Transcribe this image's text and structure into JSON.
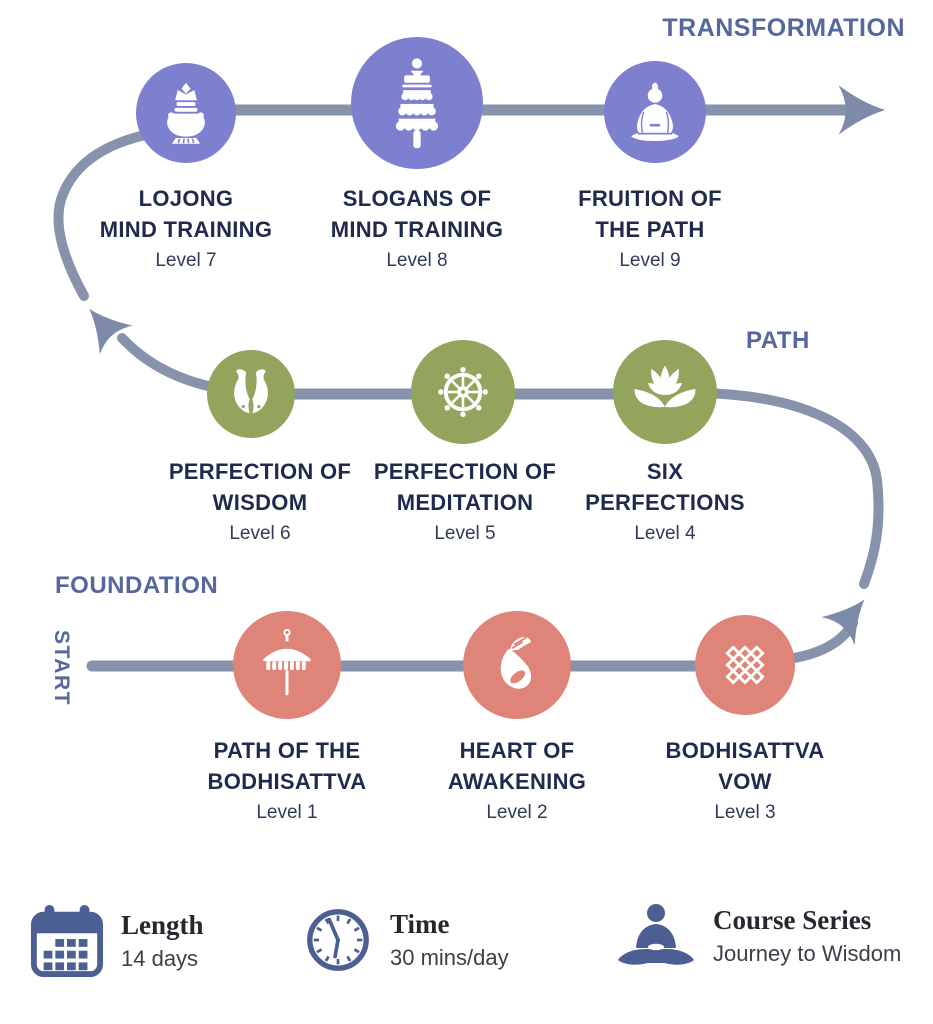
{
  "sections": [
    {
      "label": "TRANSFORMATION",
      "color": "#7C80CF",
      "nodes": [
        {
          "title1": "LOJONG",
          "title2": "MIND TRAINING",
          "level": "Level 7",
          "icon": "treasure-vase-icon"
        },
        {
          "title1": "SLOGANS OF",
          "title2": "MIND TRAINING",
          "level": "Level 8",
          "icon": "victory-banner-icon"
        },
        {
          "title1": "FRUITION OF",
          "title2": "THE PATH",
          "level": "Level 9",
          "icon": "buddha-icon"
        }
      ]
    },
    {
      "label": "PATH",
      "color": "#93A45D",
      "nodes": [
        {
          "title1": "PERFECTION OF",
          "title2": "WISDOM",
          "level": "Level 6",
          "icon": "golden-fishes-icon"
        },
        {
          "title1": "PERFECTION OF",
          "title2": "MEDITATION",
          "level": "Level 5",
          "icon": "dharma-wheel-icon"
        },
        {
          "title1": "SIX",
          "title2": "PERFECTIONS",
          "level": "Level 4",
          "icon": "lotus-icon"
        }
      ]
    },
    {
      "label": "FOUNDATION",
      "start_label": "START",
      "color": "#DE8478",
      "nodes": [
        {
          "title1": "PATH OF THE",
          "title2": "BODHISATTVA",
          "level": "Level 1",
          "icon": "parasol-icon"
        },
        {
          "title1": "HEART OF",
          "title2": "AWAKENING",
          "level": "Level 2",
          "icon": "conch-shell-icon"
        },
        {
          "title1": "BODHISATTVA",
          "title2": "VOW",
          "level": "Level 3",
          "icon": "endless-knot-icon"
        }
      ]
    }
  ],
  "info_items": [
    {
      "heading": "Length",
      "value": "14 days",
      "icon": "calendar-icon"
    },
    {
      "heading": "Time",
      "value": "30 mins/day",
      "icon": "clock-icon"
    },
    {
      "heading": "Course Series",
      "value": "Journey to Wisdom",
      "icon": "meditation-person-icon"
    }
  ],
  "colors": {
    "transformation_circle": "#7C80CF",
    "path_circle": "#93A45D",
    "foundation_circle": "#DE8478",
    "flow_line": "#8693AB",
    "arrow": "#7D8BA8",
    "section_label": "#55679B",
    "node_title": "#1F2B4C",
    "node_level": "#2F3B58",
    "info_icon": "#4C5F92"
  }
}
